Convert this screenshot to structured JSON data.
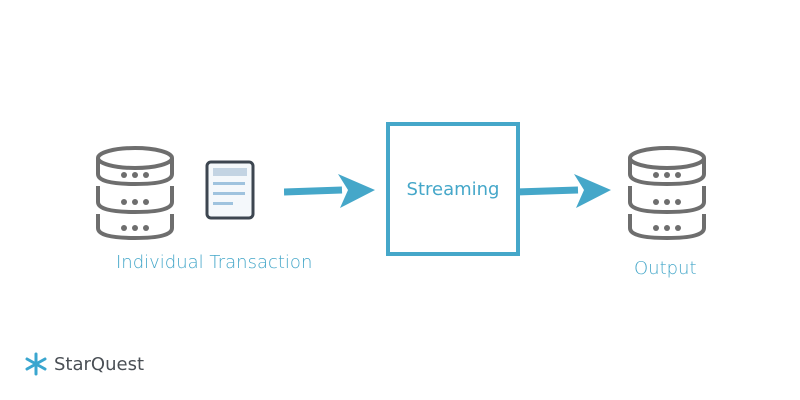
{
  "diagram": {
    "nodes": [
      {
        "id": "source-db",
        "type": "database-icon"
      },
      {
        "id": "document",
        "type": "document-icon"
      },
      {
        "id": "streaming",
        "type": "process-box",
        "label": "Streaming"
      },
      {
        "id": "output-db",
        "type": "database-icon"
      }
    ],
    "edges": [
      {
        "from": "document",
        "to": "streaming"
      },
      {
        "from": "streaming",
        "to": "output-db"
      }
    ],
    "labels": {
      "source": "Individual Transaction",
      "process": "Streaming",
      "output": "Output"
    }
  },
  "brand": {
    "name": "StarQuest"
  },
  "colors": {
    "accent": "#45a7c9",
    "icon_gray": "#6e6e6e",
    "doc_border": "#3d4650",
    "doc_fill": "#f4f8fb",
    "doc_header": "#c3d4e3",
    "doc_lines": "#9fc3de"
  }
}
